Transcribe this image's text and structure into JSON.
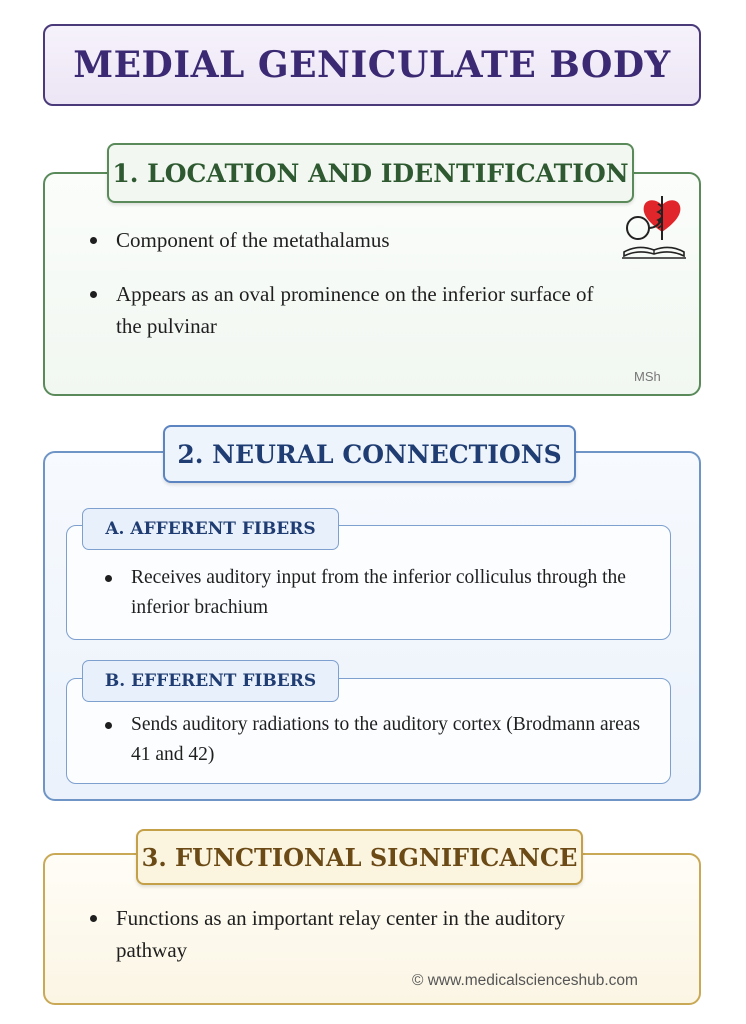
{
  "title": "MEDIAL GENICULATE BODY",
  "sections": [
    {
      "heading": "1. LOCATION AND IDENTIFICATION",
      "bullets": [
        "Component of the metathalamus",
        "Appears as an oval prominence on the inferior surface of the pulvinar"
      ],
      "watermark": "MSh",
      "icon": "heart-stethoscope-book-icon",
      "accent": "#5a8a5a"
    },
    {
      "heading": "2. NEURAL CONNECTIONS",
      "accent": "#5b84c0",
      "subsections": [
        {
          "heading": "A. AFFERENT FIBERS",
          "bullets": [
            "Receives auditory input from the inferior colliculus through the inferior brachium"
          ]
        },
        {
          "heading": "B. EFFERENT FIBERS",
          "bullets": [
            "Sends auditory radiations to the auditory cortex (Brodmann areas 41 and 42)"
          ]
        }
      ]
    },
    {
      "heading": "3. FUNCTIONAL SIGNIFICANCE",
      "accent": "#c4a048",
      "bullets": [
        "Functions as an important relay center in the auditory pathway"
      ]
    }
  ],
  "credit": "© www.medicalscienceshub.com",
  "colors": {
    "title": "#3b2a73",
    "heart": "#e0262b"
  }
}
